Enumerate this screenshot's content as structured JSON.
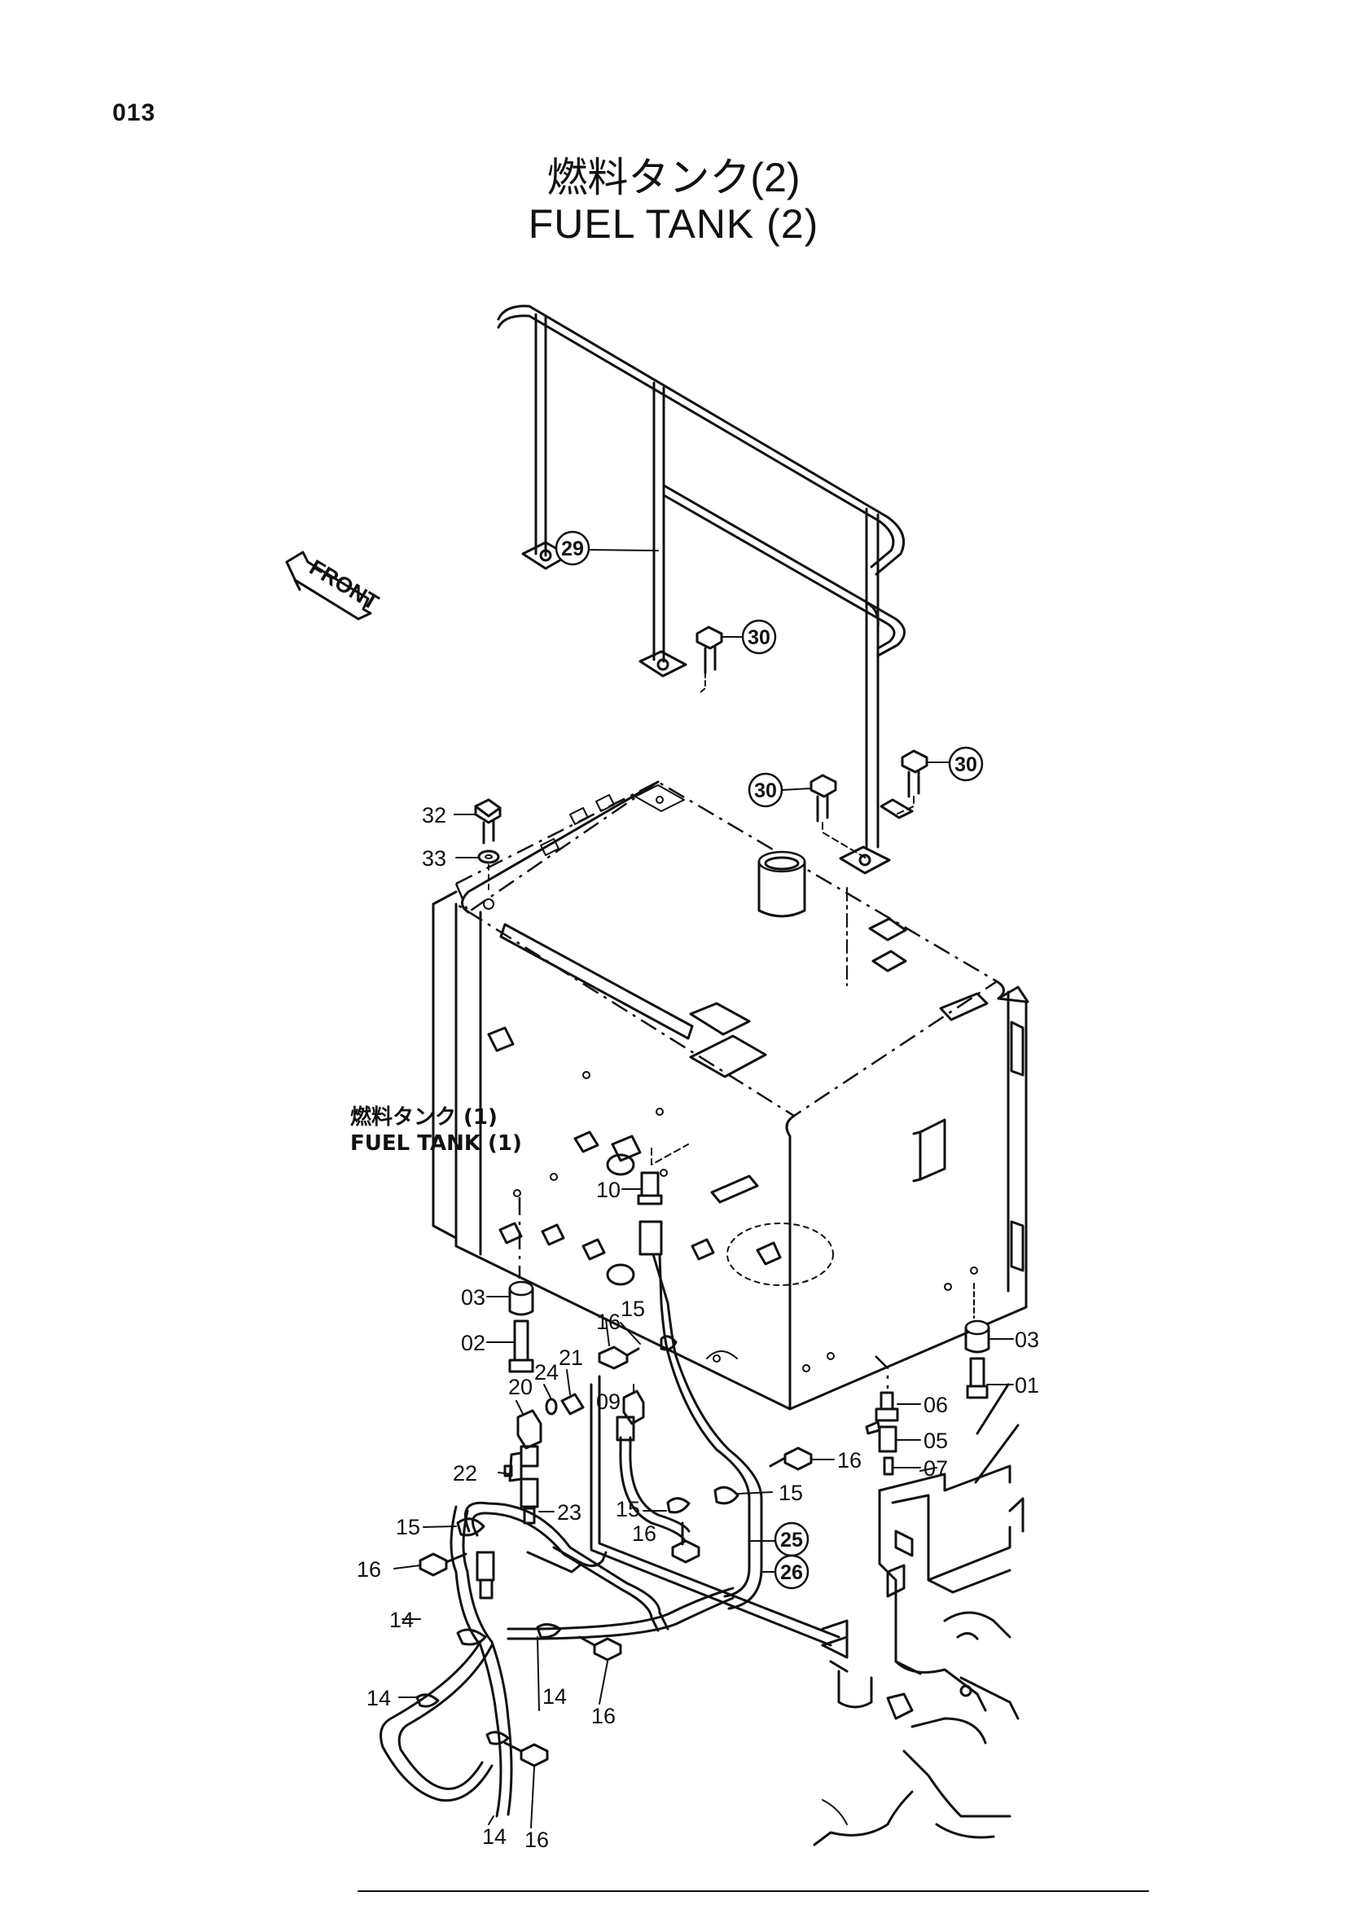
{
  "page_number": "013",
  "title_jp": "燃料タンク(2)",
  "title_en": "FUEL TANK (2)",
  "front_marker": "FRONT",
  "reference": {
    "line1": "燃料タンク (1)",
    "line2": "FUEL TANK (1)"
  },
  "callouts": {
    "c29": "29",
    "c30a": "30",
    "c30b": "30",
    "c30c": "30",
    "c25": "25",
    "c26": "26"
  },
  "labels": {
    "l32": "32",
    "l33": "33",
    "l10": "10",
    "l03a": "03",
    "l02": "02",
    "l16a": "16",
    "l15a": "15",
    "l20": "20",
    "l24": "24",
    "l21": "21",
    "l09": "09",
    "l22": "22",
    "l23": "23",
    "l15b": "15",
    "l16b": "16",
    "l14a": "14",
    "l14b": "14",
    "l14c": "14",
    "l16c": "16",
    "l14d": "14",
    "l16d": "16",
    "l15c": "15",
    "l16e": "16",
    "l15d": "15",
    "l16f": "16",
    "l06": "06",
    "l05": "05",
    "l07": "07",
    "l03b": "03",
    "l01": "01"
  }
}
